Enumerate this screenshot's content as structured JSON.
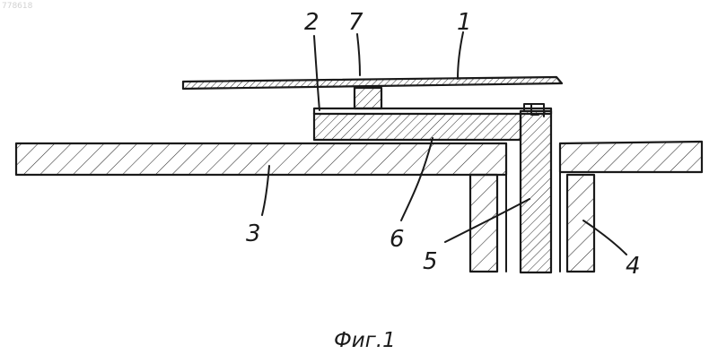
{
  "figure": {
    "watermark": "778618",
    "caption": "Фиг.1",
    "labels": {
      "l1": "1",
      "l2": "2",
      "l3": "3",
      "l4": "4",
      "l5": "5",
      "l6": "6",
      "l7": "7"
    }
  }
}
